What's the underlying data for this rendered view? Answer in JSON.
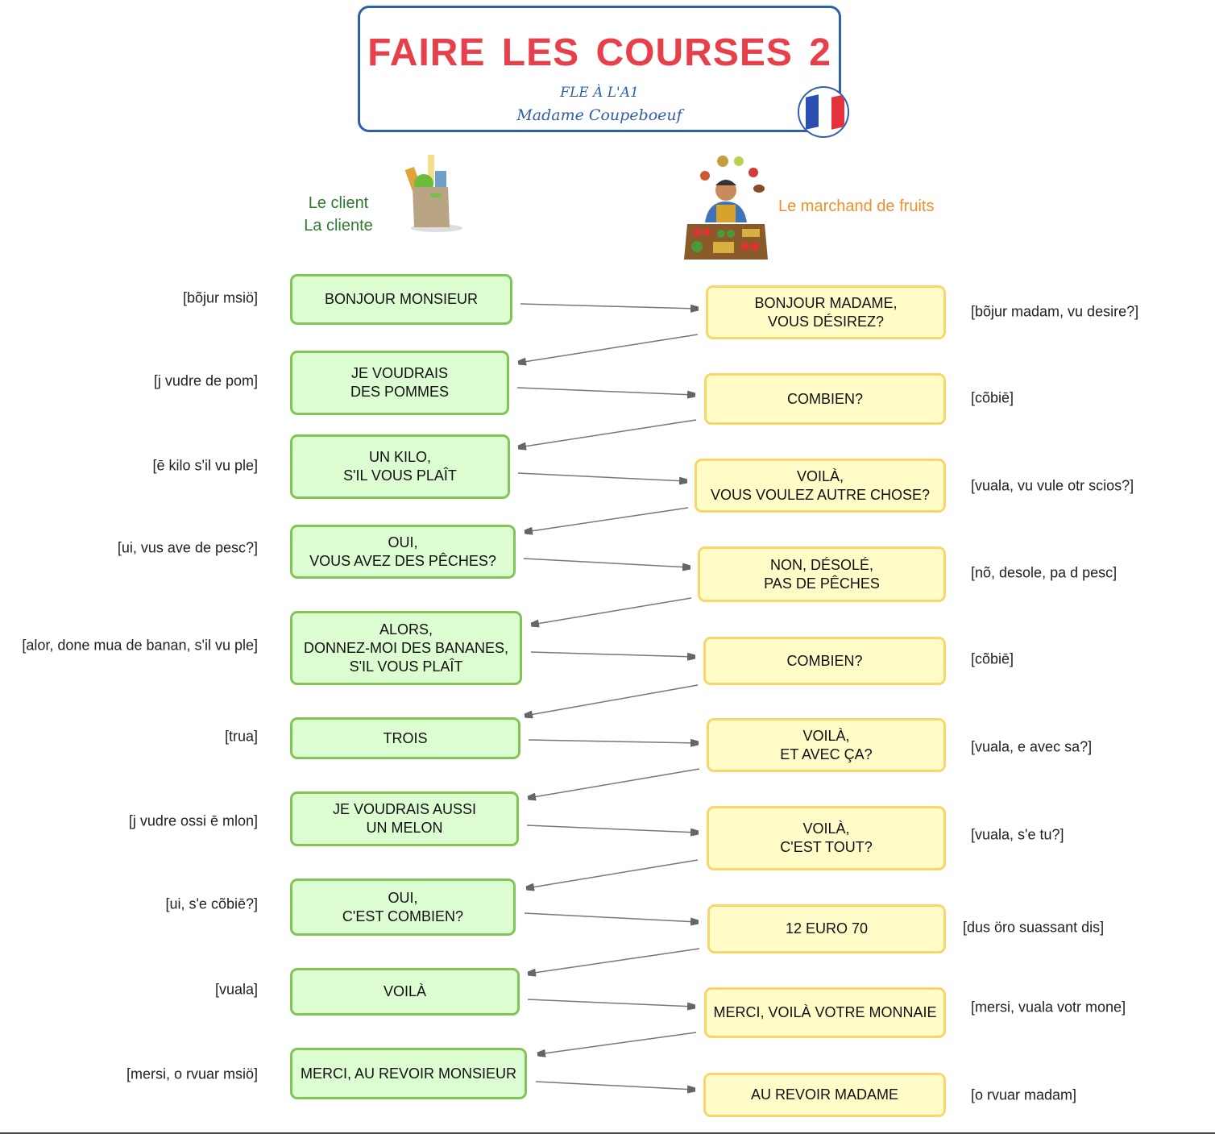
{
  "header": {
    "title": "FAIRE LES COURSES 2",
    "subtitle": "FLE À L'A1",
    "author": "Madame Coupeboeuf",
    "flag_icon": "france-flag-icon"
  },
  "roles": {
    "client_line1": "Le client",
    "client_line2": "La cliente",
    "vendor": "Le marchand de fruits"
  },
  "colors": {
    "title": "#e8404a",
    "subtitle": "#2f5fa7",
    "client_box": "#dcfdd2",
    "client_border": "#82c557",
    "vendor_box": "#fffcc8",
    "vendor_border": "#f8d66a",
    "client_label": "#2e7a2e",
    "vendor_label": "#f0902a"
  },
  "client_lines": [
    {
      "text": "BONJOUR MONSIEUR",
      "phonetic": "[bõjur msiö]"
    },
    {
      "text": "JE VOUDRAIS\nDES POMMES",
      "phonetic": "[j vudre de pom]"
    },
    {
      "text": "UN KILO,\nS'IL VOUS PLAÎT",
      "phonetic": "[ē kilo s'il vu ple]"
    },
    {
      "text": "OUI,\nVOUS AVEZ DES PÊCHES?",
      "phonetic": "[ui, vus ave de pesc?]"
    },
    {
      "text": "ALORS,\nDONNEZ-MOI DES BANANES,\nS'IL VOUS PLAÎT",
      "phonetic": "[alor, done mua de banan, s'il vu ple]"
    },
    {
      "text": "TROIS",
      "phonetic": "[trua]"
    },
    {
      "text": "JE VOUDRAIS AUSSI\nUN MELON",
      "phonetic": "[j vudre ossi ē mlon]"
    },
    {
      "text": "OUI,\nC'EST COMBIEN?",
      "phonetic": "[ui, s'e cõbiē?]"
    },
    {
      "text": "VOILÀ",
      "phonetic": "[vuala]"
    },
    {
      "text": "MERCI, AU REVOIR MONSIEUR",
      "phonetic": "[mersi, o rvuar msiö]"
    }
  ],
  "vendor_lines": [
    {
      "text": "BONJOUR MADAME,\nVOUS DÉSIREZ?",
      "phonetic": "[bõjur madam, vu desire?]"
    },
    {
      "text": "COMBIEN?",
      "phonetic": "[cõbiē]"
    },
    {
      "text": "VOILÀ,\nVOUS VOULEZ AUTRE CHOSE?",
      "phonetic": "[vuala, vu vule otr scios?]"
    },
    {
      "text": "NON, DÉSOLÉ,\nPAS DE PÊCHES",
      "phonetic": "[nõ, desole, pa d pesc]"
    },
    {
      "text": "COMBIEN?",
      "phonetic": "[cõbiē]"
    },
    {
      "text": "VOILÀ,\nET AVEC ÇA?",
      "phonetic": "[vuala, e avec sa?]"
    },
    {
      "text": "VOILÀ,\nC'EST TOUT?",
      "phonetic": "[vuala, s'e tu?]"
    },
    {
      "text": "12 EURO 70",
      "phonetic": "[dus öro suassant dis]"
    },
    {
      "text": "MERCI, VOILÀ VOTRE MONNAIE",
      "phonetic": "[mersi, vuala votr mone]"
    },
    {
      "text": "AU REVOIR MADAME",
      "phonetic": "[o rvuar madam]"
    }
  ]
}
